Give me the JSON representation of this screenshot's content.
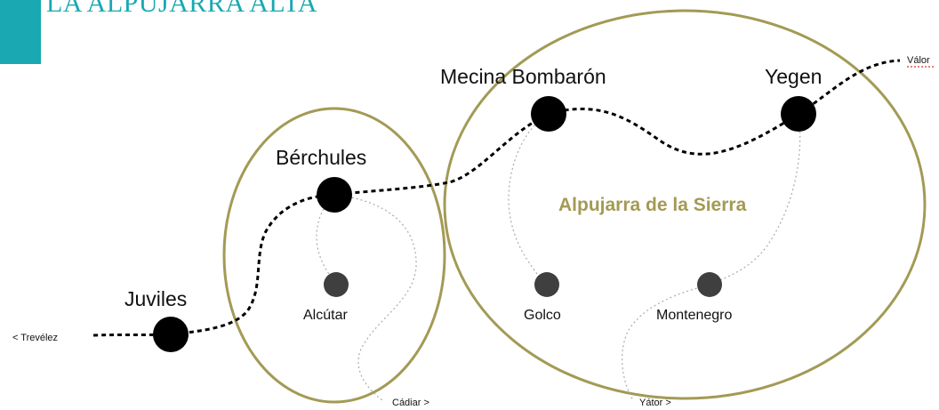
{
  "header": {
    "title": "LA ALPUJARRA ALTA"
  },
  "colors": {
    "accent": "#1aa8b2",
    "region_outline": "#a39a55",
    "region_label": "#a39a55",
    "main_town": "#000000",
    "minor_town": "#3f3f3f",
    "main_route": "#000000",
    "side_route": "#aaaaaa",
    "text": "#111111"
  },
  "regions": [
    {
      "id": "berchules-region",
      "label": ""
    },
    {
      "id": "sierra-region",
      "label": "Alpujarra de la Sierra"
    }
  ],
  "towns": {
    "main": [
      {
        "id": "juviles",
        "name": "Juviles"
      },
      {
        "id": "berchules",
        "name": "Bérchules"
      },
      {
        "id": "mecina-bombaron",
        "name": "Mecina Bombarón"
      },
      {
        "id": "yegen",
        "name": "Yegen"
      }
    ],
    "minor": [
      {
        "id": "alcutar",
        "name": "Alcútar"
      },
      {
        "id": "golco",
        "name": "Golco"
      },
      {
        "id": "montenegro",
        "name": "Montenegro"
      }
    ]
  },
  "exits": [
    {
      "id": "trevelez",
      "label": "< Trevélez"
    },
    {
      "id": "cadiar",
      "label": "Cádiar >"
    },
    {
      "id": "yator",
      "label": "Yátor >"
    },
    {
      "id": "valor",
      "label": "Válor"
    }
  ]
}
